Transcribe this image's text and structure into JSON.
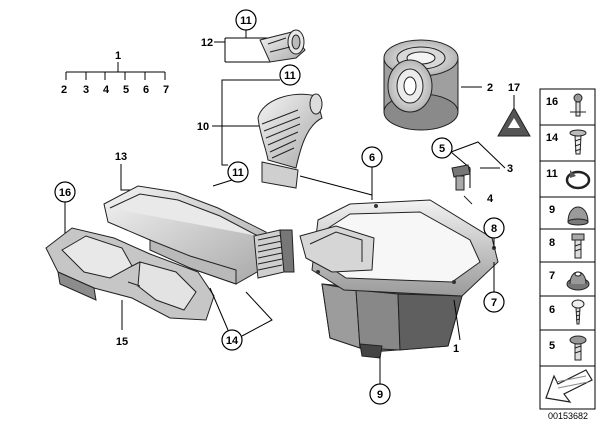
{
  "callouts": {
    "c1_top": "1",
    "c2_top": "2",
    "c3_top": "3",
    "c4_top": "4",
    "c5_top": "5",
    "c6_top": "6",
    "c7_top": "7",
    "c11_a": "11",
    "c12": "12",
    "c11_b": "11",
    "c10": "10",
    "c11_c": "11",
    "c2": "2",
    "c17": "17",
    "c6": "6",
    "c5": "5",
    "c3": "3",
    "c4": "4",
    "c13": "13",
    "c16": "16",
    "c8": "8",
    "c7": "7",
    "c1": "1",
    "c15": "15",
    "c14": "14",
    "c9": "9"
  },
  "sidebar": {
    "items": [
      {
        "label": "16"
      },
      {
        "label": "14"
      },
      {
        "label": "11"
      },
      {
        "label": "9"
      },
      {
        "label": "8"
      },
      {
        "label": "7"
      },
      {
        "label": "6"
      },
      {
        "label": "5"
      }
    ]
  },
  "doc_number": "00153682"
}
